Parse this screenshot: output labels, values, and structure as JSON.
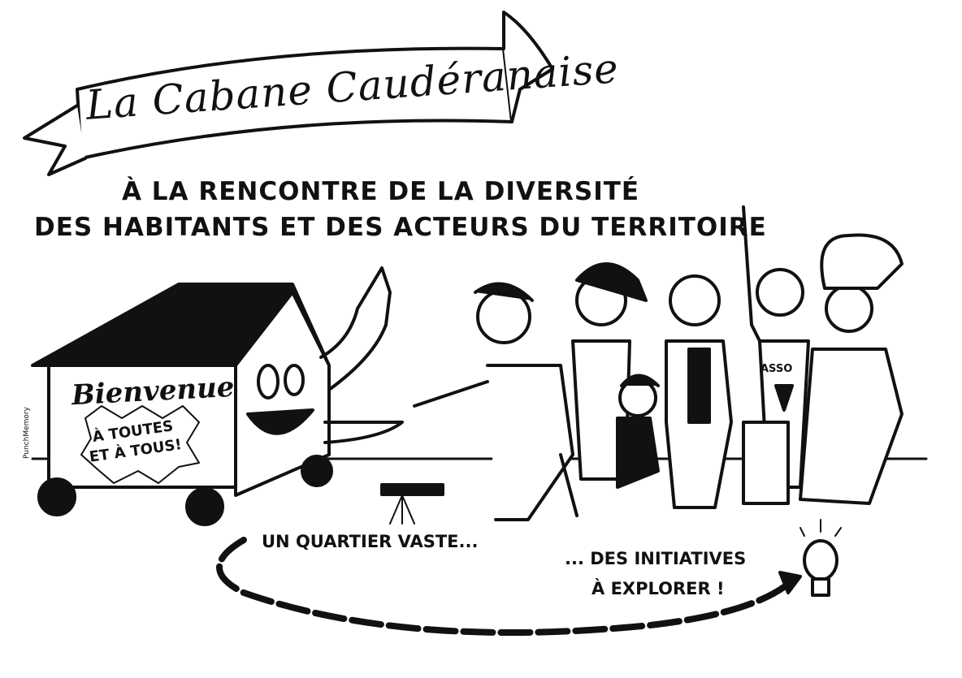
{
  "banner": {
    "title": "La Cabane Caudéranaise"
  },
  "headline": {
    "line1": "À LA RENCONTRE DE LA DIVERSITÉ",
    "line2": "DES HABITANTS ET DES ACTEURS DU TERRITOIRE"
  },
  "cabin": {
    "welcome": "Bienvenue",
    "burst_line1": "À TOUTES",
    "burst_line2": "ET À TOUS!"
  },
  "path": {
    "left_caption": "UN QUARTIER VASTE...",
    "right_caption_line1": "... DES INITIATIVES",
    "right_caption_line2": "À EXPLORER !"
  },
  "characters": {
    "tshirt_label": "ASSO"
  },
  "signature": "PunchMemory"
}
